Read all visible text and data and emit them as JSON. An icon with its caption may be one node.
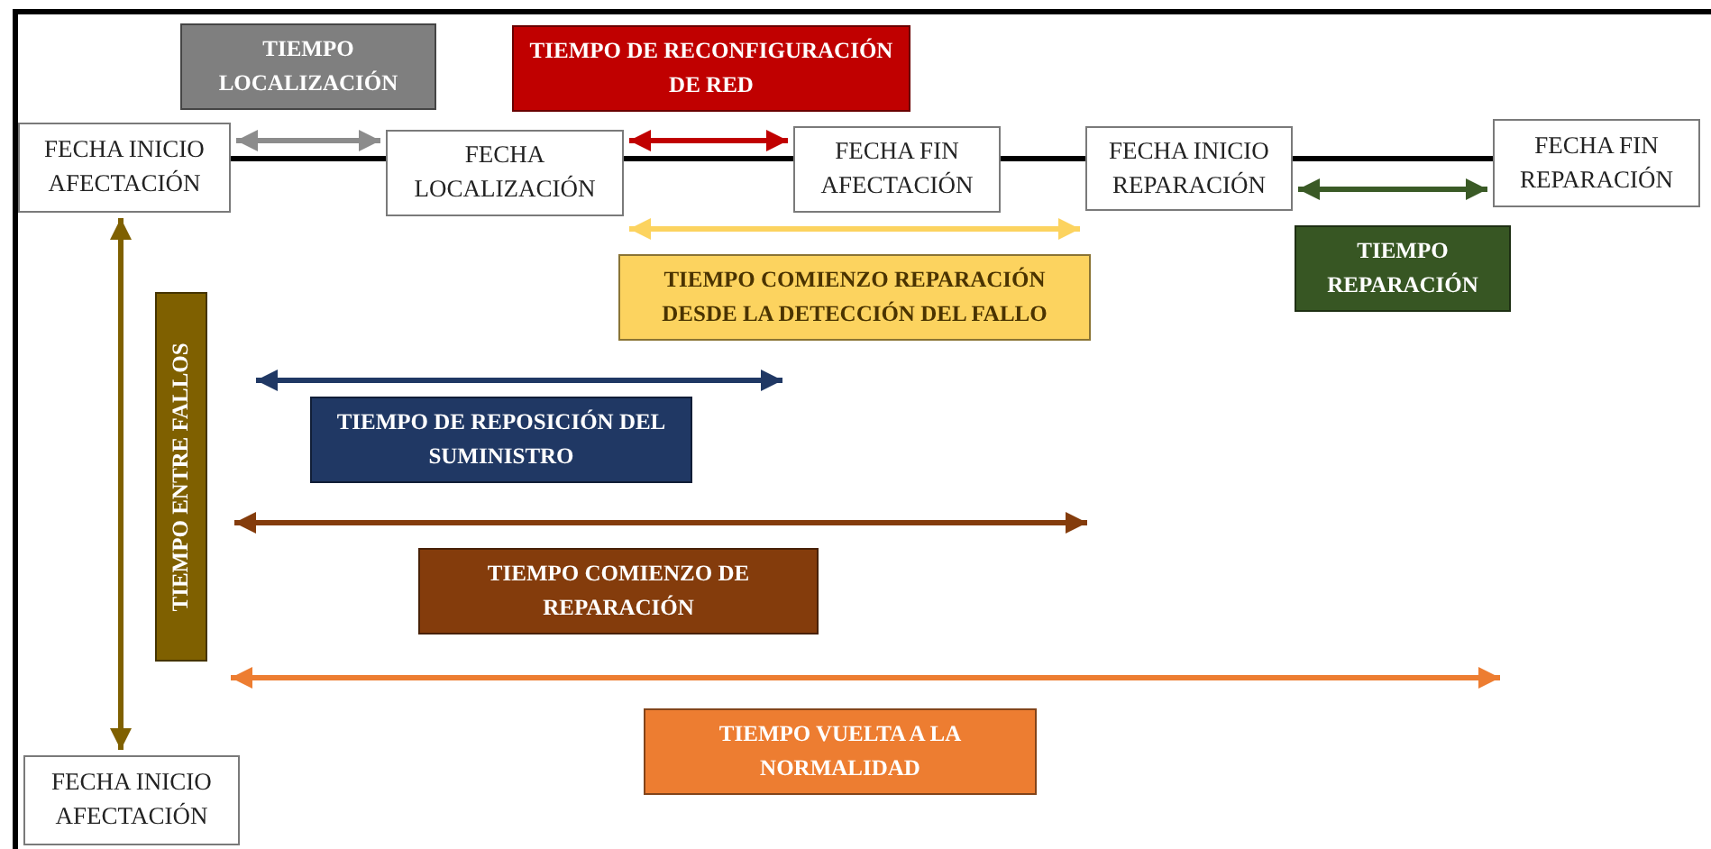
{
  "diagram": {
    "nodes": [
      {
        "text": [
          "FECHA INICIO AFECTACIÓN"
        ]
      },
      {
        "text": [
          "FECHA LOCALIZACIÓN"
        ]
      },
      {
        "text": [
          "FECHA FIN AFECTACIÓN"
        ]
      },
      {
        "text": [
          "FECHA INICIO REPARACIÓN"
        ]
      },
      {
        "text": [
          "FECHA FIN REPARACIÓN"
        ]
      },
      {
        "text": [
          "FECHA INICIO AFECTACIÓN"
        ]
      },
      {
        "text": [
          "TIEMPO LOCALIZACIÓN"
        ]
      },
      {
        "text": [
          "TIEMPO DE RECONFIGURACIÓN DE RED"
        ]
      },
      {
        "text": [
          "TIEMPO COMIENZO REPARACIÓN DESDE LA DETECCIÓN DEL FALLO"
        ]
      },
      {
        "text": [
          "TIEMPO REPARACIÓN"
        ]
      },
      {
        "text": [
          "TIEMPO ENTRE FALLOS"
        ]
      },
      {
        "text": [
          "TIEMPO DE REPOSICIÓN DEL SUMINISTRO"
        ]
      },
      {
        "text": [
          "TIEMPO COMIENZO DE REPARACIÓN"
        ]
      },
      {
        "text": [
          "TIEMPO VUELTA A LA NORMALIDAD"
        ]
      }
    ],
    "edges": [
      {
        "from": 0,
        "to": 1,
        "arrow": "none"
      },
      {
        "from": 1,
        "to": 2,
        "arrow": "none"
      },
      {
        "from": 2,
        "to": 3,
        "arrow": "none"
      },
      {
        "from": 3,
        "to": 4,
        "arrow": "none"
      },
      {
        "from": 0,
        "to": 1,
        "arrow": "both",
        "color": "#8c8c8c"
      },
      {
        "from": 1,
        "to": 2,
        "arrow": "both",
        "color": "#c00000"
      },
      {
        "from": 3,
        "to": 4,
        "arrow": "both",
        "color": "#3a5a26"
      },
      {
        "from": 0,
        "to": 5,
        "arrow": "both",
        "color": "#7f6000"
      },
      {
        "from": 1,
        "to": 3,
        "arrow": "both",
        "color": "#fcd35f"
      }
    ]
  }
}
